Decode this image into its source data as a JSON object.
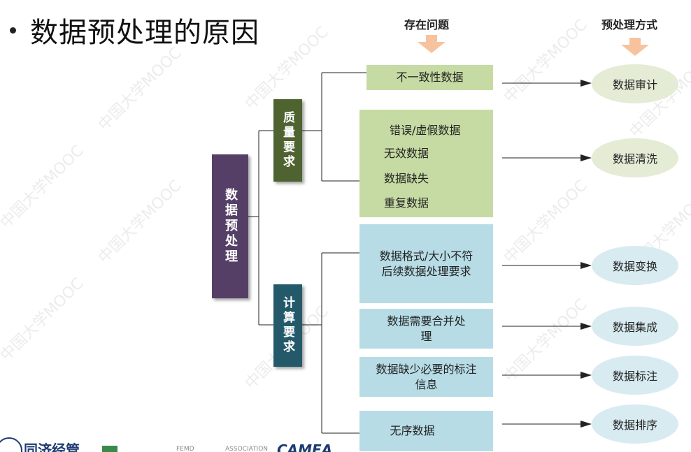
{
  "title": "数据预处理的原因",
  "headers": {
    "problem": "存在问题",
    "method": "预处理方式"
  },
  "root": "数据预处理",
  "categories": [
    {
      "label": "质量要求",
      "color": "#4e6330"
    },
    {
      "label": "计算要求",
      "color": "#24596a"
    }
  ],
  "root_color": "#553f67",
  "problems": {
    "p1": "不一致性数据",
    "p2": [
      "错误/虚假数据",
      "无效数据",
      "数据缺失",
      "重复数据"
    ],
    "p3": [
      "数据格式/大小不符",
      "后续数据处理要求"
    ],
    "p4": [
      "数据需要合并处",
      "理"
    ],
    "p5": [
      "数据缺少必要的标注",
      "信息"
    ],
    "p6": "无序数据"
  },
  "methods": {
    "m1": "数据审计",
    "m2": "数据清洗",
    "m3": "数据变换",
    "m4": "数据集成",
    "m5": "数据标注",
    "m6": "数据排序"
  },
  "watermark": "中国大学MOOC",
  "footer": {
    "logo": "同济经管",
    "small1": "FEMD",
    "small2": "ASSOCIATION",
    "brand": "CAMEA"
  }
}
